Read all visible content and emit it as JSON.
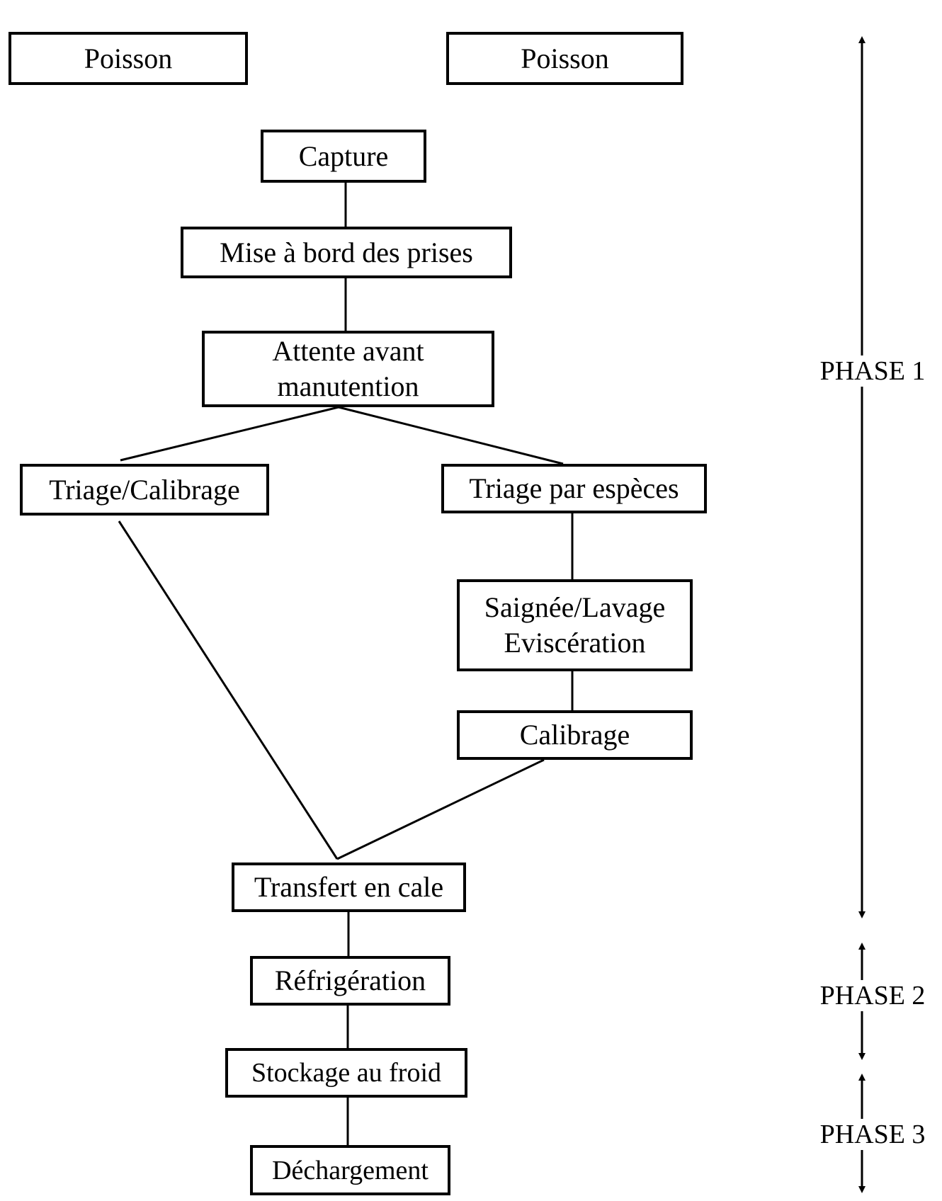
{
  "diagram": {
    "sources": [
      "Poisson",
      "Poisson"
    ],
    "steps": {
      "capture": "Capture",
      "mise_a_bord": "Mise à bord des prises",
      "attente_line1": "Attente avant",
      "attente_line2": "manutention",
      "triage_calibrage": "Triage/Calibrage",
      "triage_especes": "Triage par espèces",
      "saignee_line1": "Saignée/Lavage",
      "saignee_line2": "Eviscération",
      "calibrage": "Calibrage",
      "transfert": "Transfert en cale",
      "refrigeration": "Réfrigération",
      "stockage": "Stockage au froid",
      "dechargement": "Déchargement"
    },
    "phases": [
      "PHASE 1",
      "PHASE 2",
      "PHASE 3"
    ]
  }
}
